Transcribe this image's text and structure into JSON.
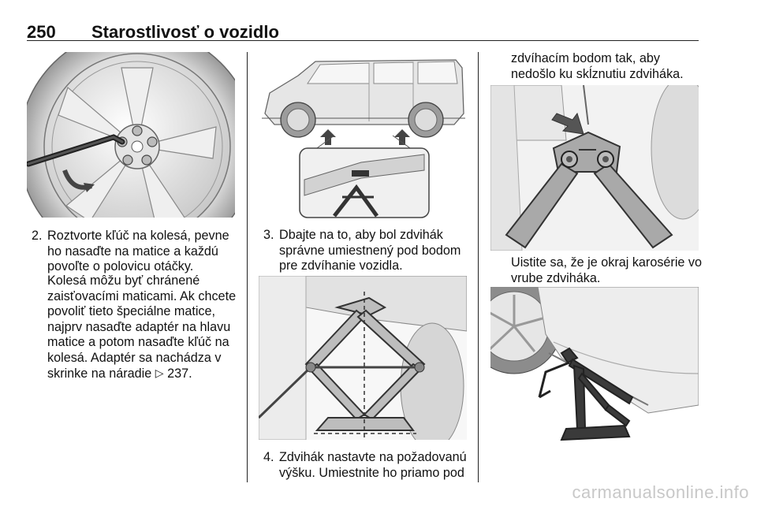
{
  "header": {
    "page_number": "250",
    "title": "Starostlivosť o vozidlo"
  },
  "col1": {
    "step2": {
      "number": "2.",
      "lines": [
        "Roztvorte kľúč na kolesá, pevne",
        "ho nasaďte na matice a každú",
        "povoľte o polovicu otáčky."
      ]
    },
    "note_lines": [
      "Kolesá môžu byť chránené",
      "zaisťovacími maticami. Ak chcete",
      "povoliť tieto špeciálne matice,",
      "najprv nasaďte adaptér na hlavu",
      "matice a potom nasaďte kľúč na",
      "kolesá. Adaptér sa nachádza v"
    ],
    "note_last_text": "skrinke na náradie",
    "note_ref_icon": "reference-arrow-icon",
    "note_ref_glyph": "▷",
    "note_ref_page": "237."
  },
  "col2": {
    "step3": {
      "number": "3.",
      "lines": [
        "Dbajte na to, aby bol zdvihák",
        "správne umiestnený pod bodom",
        "pre zdvíhanie vozidla."
      ]
    },
    "step4": {
      "number": "4.",
      "lines": [
        "Zdvihák nastavte na požadovanú",
        "výšku. Umiestnite ho priamo pod"
      ]
    }
  },
  "col3": {
    "continued_lines": [
      "zdvíhacím bodom tak, aby",
      "nedošlo ku skĺznutiu zdviháka."
    ],
    "note_lines": [
      "Uistite sa, že je okraj karosérie vo",
      "vrube zdviháka."
    ]
  },
  "watermark": "carmanualsonline.info"
}
